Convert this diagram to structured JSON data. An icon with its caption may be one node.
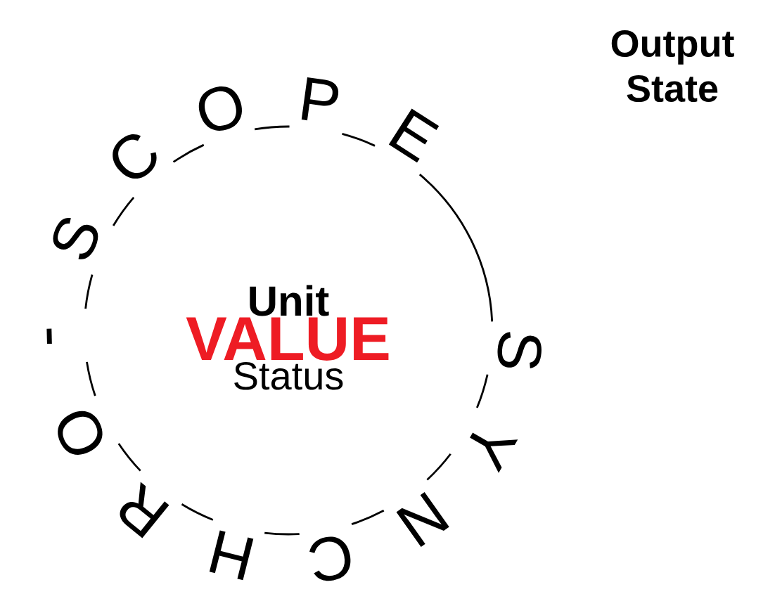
{
  "diagram": {
    "nodes": [
      {
        "text": [
          "Unit",
          "VALUE",
          "Status"
        ]
      }
    ],
    "labels": [
      "SYNCHRO-SCOPE",
      "Output State"
    ]
  }
}
